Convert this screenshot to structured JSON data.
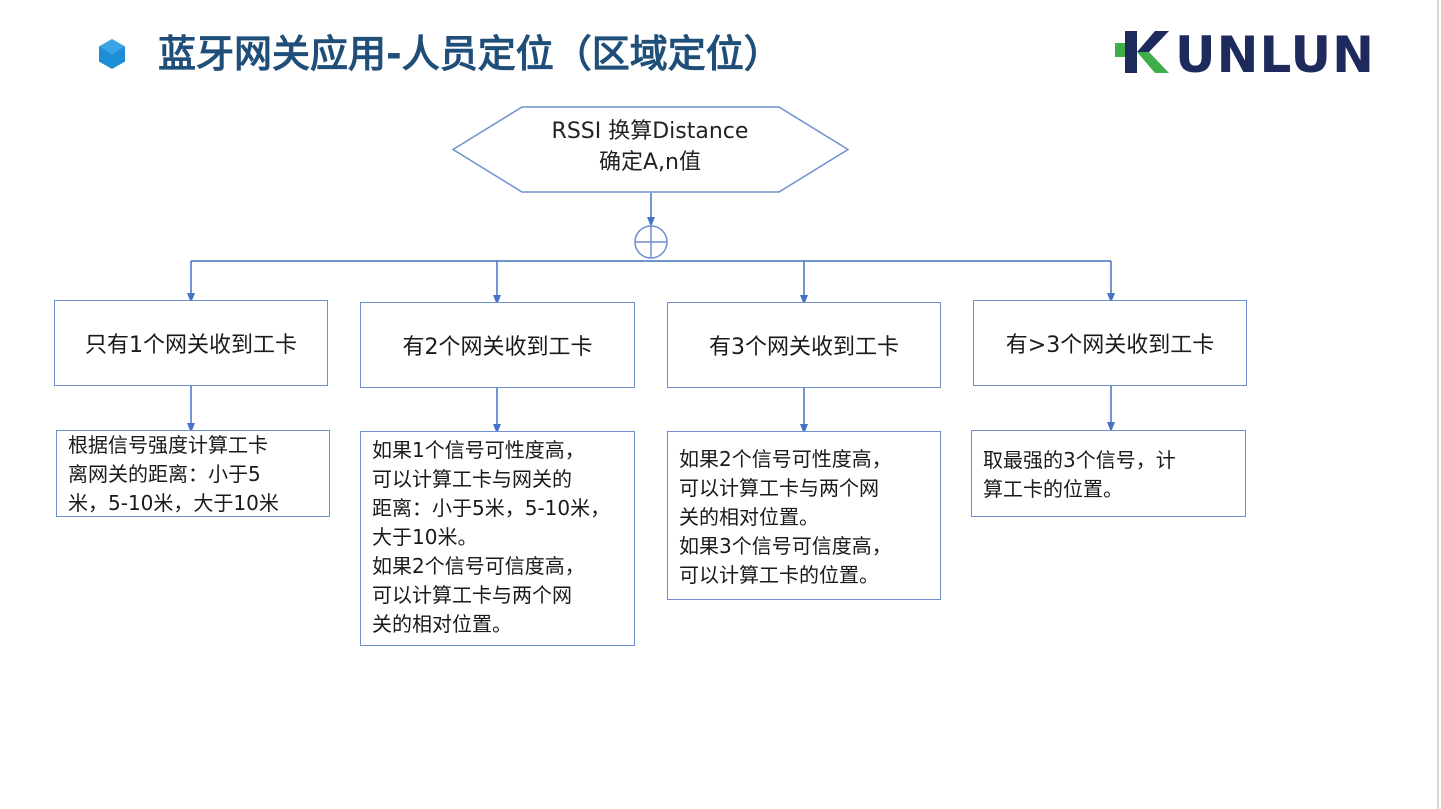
{
  "header": {
    "title": "蓝牙网关应用-人员定位（区域定位）",
    "bullet_icon": "hexagon-bullet-icon",
    "bullet_color": "#1e8fd6",
    "title_color": "#1f4e79"
  },
  "logo": {
    "text": "KUNLUN",
    "k_color": "#3fae49",
    "text_color": "#1f2a5c"
  },
  "diagram": {
    "start": {
      "line1": "RSSI 换算Distance",
      "line2": "确定A,n值"
    },
    "junction_icon": "summing-junction-icon",
    "line_color": "#4472c4",
    "box_border_color": "#6f8fcf",
    "cases": [
      {
        "label": "只有1个网关收到工卡",
        "lines": [
          "根据信号强度计算工卡",
          "离网关的距离：小于5",
          "米，5-10米，大于10米"
        ]
      },
      {
        "label": "有2个网关收到工卡",
        "lines": [
          "如果1个信号可性度高，",
          "可以计算工卡与网关的",
          "距离：小于5米，5-10米，",
          "大于10米。",
          "如果2个信号可信度高，",
          "可以计算工卡与两个网",
          "关的相对位置。"
        ]
      },
      {
        "label": "有3个网关收到工卡",
        "lines": [
          "如果2个信号可性度高，",
          "可以计算工卡与两个网",
          "关的相对位置。",
          "如果3个信号可信度高，",
          "可以计算工卡的位置。"
        ]
      },
      {
        "label": "有>3个网关收到工卡",
        "lines": [
          "取最强的3个信号，计",
          "算工卡的位置。"
        ]
      }
    ]
  }
}
